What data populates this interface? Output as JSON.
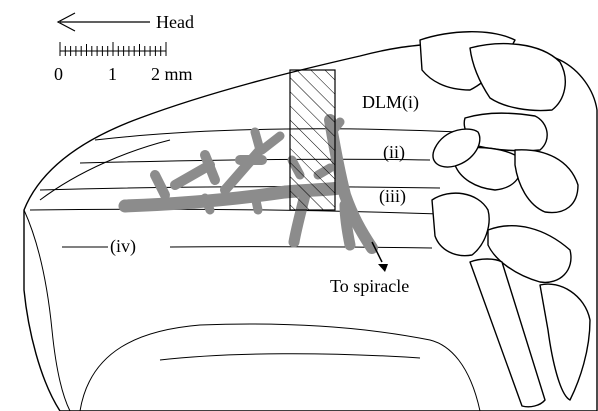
{
  "orientation": {
    "label": "Head",
    "arrow_direction": "left"
  },
  "scale_bar": {
    "ticks": [
      "0",
      "1",
      "2 mm"
    ]
  },
  "muscle_labels": {
    "dlm_i": "DLM(i)",
    "ii": "(ii)",
    "iii": "(iii)",
    "iv": "(iv)"
  },
  "annotations": {
    "spiracle": "To spiracle"
  },
  "colors": {
    "outline": "#000000",
    "trachea": "#8c8c8c",
    "background": "#ffffff"
  }
}
